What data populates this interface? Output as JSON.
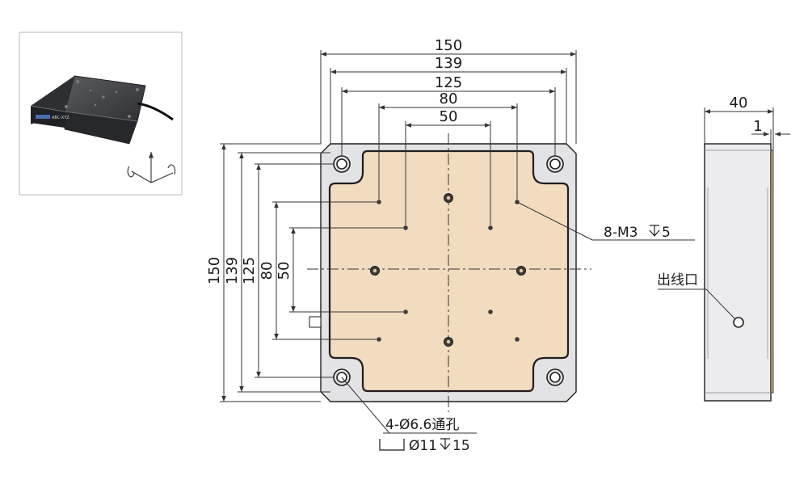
{
  "top_dimensions": [
    "150",
    "139",
    "125",
    "80",
    "50"
  ],
  "left_dimensions": [
    "150",
    "139",
    "125",
    "80",
    "50"
  ],
  "side_view": {
    "width": "40",
    "offset": "1",
    "outlet_label": "出线口"
  },
  "callouts": {
    "tapped_holes": "8-M3",
    "tapped_depth": "5",
    "through_holes": "4-Ø6.6通孔",
    "counterbore_dia": "Ø11",
    "counterbore_depth": "15"
  },
  "colors": {
    "plate": "#f2dcc0",
    "body": "#e3e3e6",
    "side": "#ededee",
    "edge": "#1f1f1f"
  }
}
